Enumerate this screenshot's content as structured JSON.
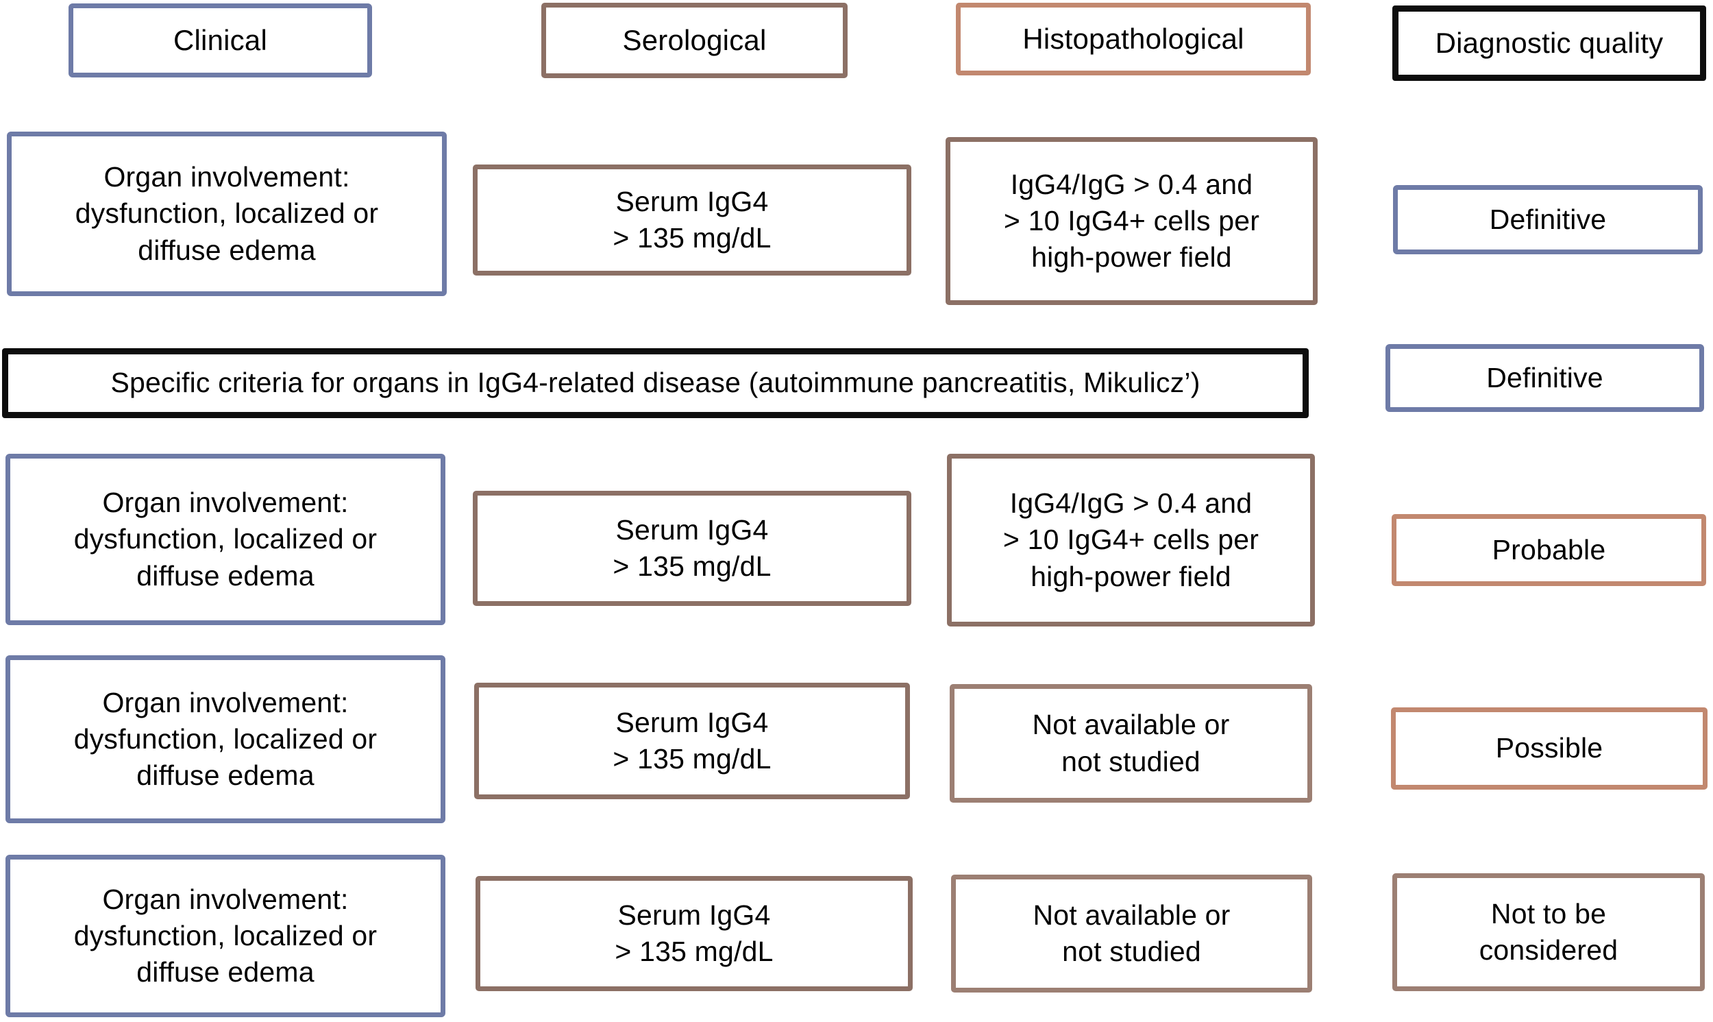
{
  "colors": {
    "clinical_border": "#6e7ba7",
    "serological_border": "#8c7065",
    "histopathological_header_border": "#c2886f",
    "histopathological_dark_border": "#8c7065",
    "not_available_border": "#9c7f73",
    "diagnostic_quality_header_border": "#0d0d0d",
    "specific_criteria_border": "#0d0d0d",
    "definitive_border": "#6e7ba7",
    "probable_border": "#c2886f",
    "possible_border": "#c2886f",
    "not_to_be_considered_border": "#9c7f73",
    "text": "#000000",
    "background": "#ffffff"
  },
  "headers": {
    "clinical": "Clinical",
    "serological": "Serological",
    "histopathological": "Histopathological",
    "diagnostic_quality": "Diagnostic quality"
  },
  "rows": {
    "r1": {
      "clinical": "Organ involvement:\ndysfunction, localized or\ndiffuse edema",
      "serological": "Serum IgG4\n> 135 mg/dL",
      "histopathological": "IgG4/IgG > 0.4 and\n> 10 IgG4+ cells per\nhigh-power field",
      "quality": "Definitive"
    },
    "r2": {
      "specific_criteria": "Specific criteria for organs in IgG4-related disease (autoimmune pancreatitis, Mikulicz’)",
      "quality": "Definitive"
    },
    "r3": {
      "clinical": "Organ involvement:\ndysfunction, localized or\ndiffuse edema",
      "serological": "Serum IgG4\n> 135 mg/dL",
      "histopathological": "IgG4/IgG > 0.4 and\n> 10 IgG4+ cells per\nhigh-power field",
      "quality": "Probable"
    },
    "r4": {
      "clinical": "Organ involvement:\ndysfunction, localized or\ndiffuse edema",
      "serological": "Serum IgG4\n> 135 mg/dL",
      "histopathological": "Not available or\nnot studied",
      "quality": "Possible"
    },
    "r5": {
      "clinical": "Organ involvement:\ndysfunction, localized or\ndiffuse edema",
      "serological": "Serum IgG4\n> 135 mg/dL",
      "histopathological": "Not available or\nnot studied",
      "quality": "Not to be\nconsidered"
    }
  }
}
